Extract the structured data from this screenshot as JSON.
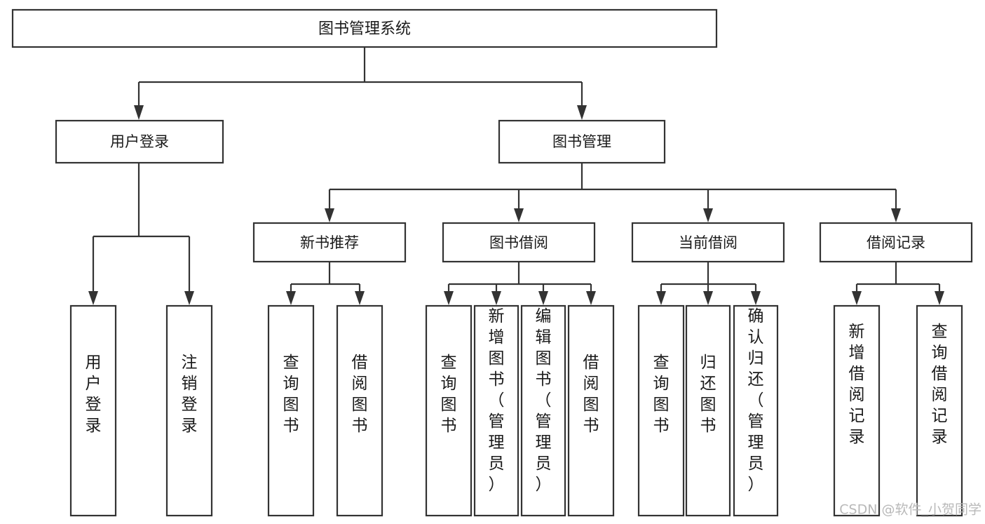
{
  "diagram": {
    "type": "tree-hierarchy",
    "title": "图书管理系统",
    "root": {
      "label": "图书管理系统",
      "id": "root-system"
    },
    "level1": [
      {
        "id": "user-login",
        "label": "用户登录"
      },
      {
        "id": "book-management",
        "label": "图书管理"
      }
    ],
    "level2": [
      {
        "id": "new-book-recommend",
        "label": "新书推荐",
        "parent": "book-management"
      },
      {
        "id": "book-borrow",
        "label": "图书借阅",
        "parent": "book-management"
      },
      {
        "id": "current-borrow",
        "label": "当前借阅",
        "parent": "book-management"
      },
      {
        "id": "borrow-record",
        "label": "借阅记录",
        "parent": "book-management"
      }
    ],
    "leaves": {
      "user-login": [
        {
          "id": "leaf-user-login",
          "label": "用户登录"
        },
        {
          "id": "leaf-user-logout",
          "label": "注销登录"
        }
      ],
      "new-book-recommend": [
        {
          "id": "leaf-query-book-1",
          "label": "查询图书"
        },
        {
          "id": "leaf-borrow-book-1",
          "label": "借阅图书"
        }
      ],
      "book-borrow": [
        {
          "id": "leaf-query-book-2",
          "label": "查询图书"
        },
        {
          "id": "leaf-add-book",
          "label": "新增图书（管理员）"
        },
        {
          "id": "leaf-edit-book",
          "label": "编辑图书（管理员）"
        },
        {
          "id": "leaf-borrow-book-2",
          "label": "借阅图书"
        }
      ],
      "current-borrow": [
        {
          "id": "leaf-query-book-3",
          "label": "查询图书"
        },
        {
          "id": "leaf-return-book",
          "label": "归还图书"
        },
        {
          "id": "leaf-confirm-return",
          "label": "确认归还（管理员）"
        }
      ],
      "borrow-record": [
        {
          "id": "leaf-add-record",
          "label": "新增借阅记录"
        },
        {
          "id": "leaf-query-record",
          "label": "查询借阅记录"
        }
      ]
    }
  },
  "watermark": {
    "text": "CSDN @软件_小贺同学"
  },
  "colors": {
    "stroke": "#333333",
    "fill": "#ffffff",
    "text": "#1a1a1a",
    "watermark": "#b9b9b9"
  }
}
